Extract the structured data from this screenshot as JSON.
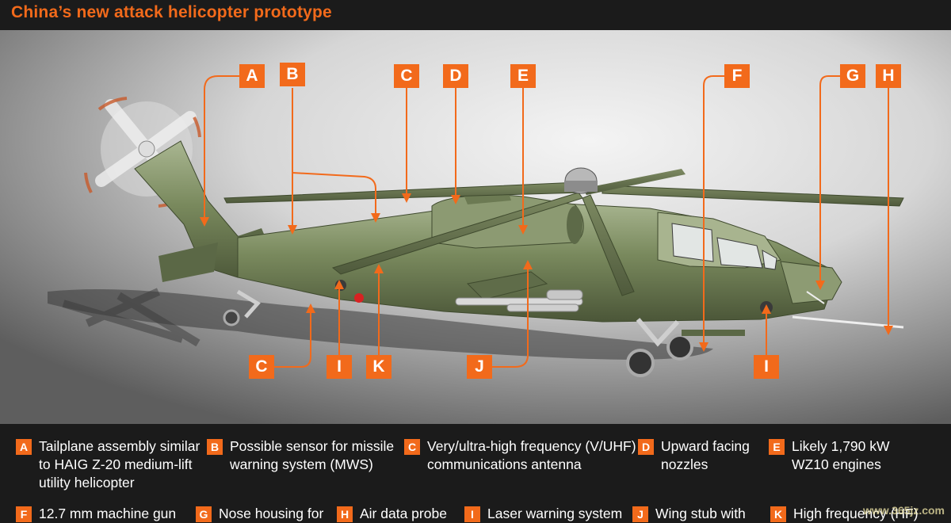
{
  "title": "China’s new attack helicopter prototype",
  "accent_color": "#f26a1b",
  "callouts": {
    "A": "A",
    "B": "B",
    "C": "C",
    "D": "D",
    "E": "E",
    "F": "F",
    "G": "G",
    "H": "H",
    "I": "I",
    "J": "J",
    "K": "K"
  },
  "legend": [
    {
      "letter": "A",
      "text": "Tailplane assembly similar\nto HAIG Z-20 medium-lift\nutility helicopter"
    },
    {
      "letter": "B",
      "text": "Possible sensor for missile\nwarning system (MWS)"
    },
    {
      "letter": "C",
      "text": "Very/ultra-high frequency (V/UHF)\ncommunications antenna"
    },
    {
      "letter": "D",
      "text": "Upward facing\nnozzles"
    },
    {
      "letter": "E",
      "text": "Likely 1,790 kW\nWZ10 engines"
    },
    {
      "letter": "F",
      "text": "12.7 mm machine gun"
    },
    {
      "letter": "G",
      "text": "Nose housing for"
    },
    {
      "letter": "H",
      "text": "Air data probe"
    },
    {
      "letter": "I",
      "text": "Laser warning system"
    },
    {
      "letter": "J",
      "text": "Wing stub with"
    },
    {
      "letter": "K",
      "text": "High frequency (HF)"
    }
  ],
  "watermark": "www.365jz.com"
}
